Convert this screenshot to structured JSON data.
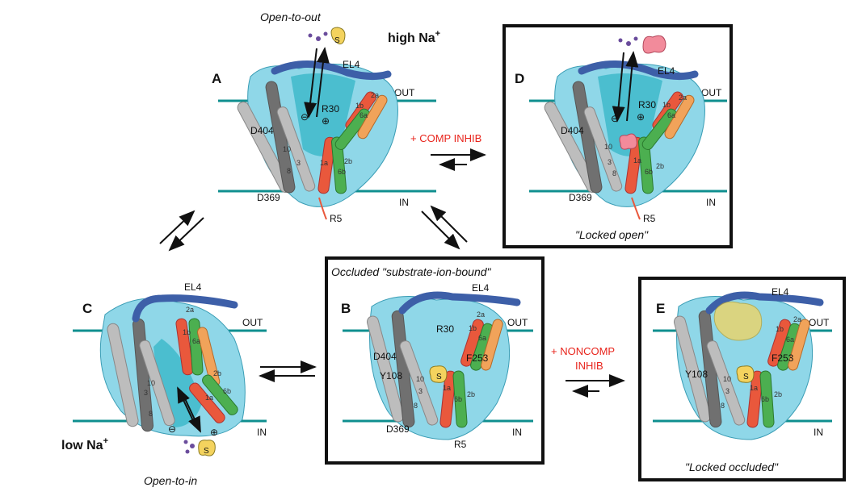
{
  "colors": {
    "membrane": "#0f8f8f",
    "body": "#8fd7e8",
    "body_dark": "#5fc6d8",
    "core": "#3ab8c8",
    "gray_helix": "#bdbdbd",
    "dark_helix": "#707070",
    "orange": "#e9583c",
    "green": "#4caf50",
    "tan": "#f1a35a",
    "el4": "#3d5fa8",
    "red_text": "#e8241c",
    "substrate": "#f4d35e",
    "inhibitor": "#f28b9b"
  },
  "states": {
    "A": {
      "letter": "A",
      "title": "Open-to-out",
      "condition": "high Na",
      "sup": "+"
    },
    "B": {
      "letter": "B",
      "title": "Occluded \"substrate-ion-bound\""
    },
    "C": {
      "letter": "C",
      "title": "Open-to-in",
      "condition": "low Na",
      "sup": "+"
    },
    "D": {
      "letter": "D",
      "caption": "\"Locked open\""
    },
    "E": {
      "letter": "E",
      "caption": "\"Locked occluded\""
    }
  },
  "labels": {
    "out": "OUT",
    "in": "IN",
    "el4": "EL4",
    "r30": "R30",
    "d404": "D404",
    "d369": "D369",
    "r5": "R5",
    "y108": "Y108",
    "f253": "F253",
    "s": "S",
    "minus": "⊖",
    "plus": "⊕"
  },
  "helix_numbers": [
    "1a",
    "1b",
    "2a",
    "2b",
    "3",
    "6a",
    "6b",
    "8",
    "10"
  ],
  "inhibitors": {
    "comp": "+ COMP INHIB",
    "noncomp_line1": "+ NONCOMP",
    "noncomp_line2": "INHIB"
  }
}
